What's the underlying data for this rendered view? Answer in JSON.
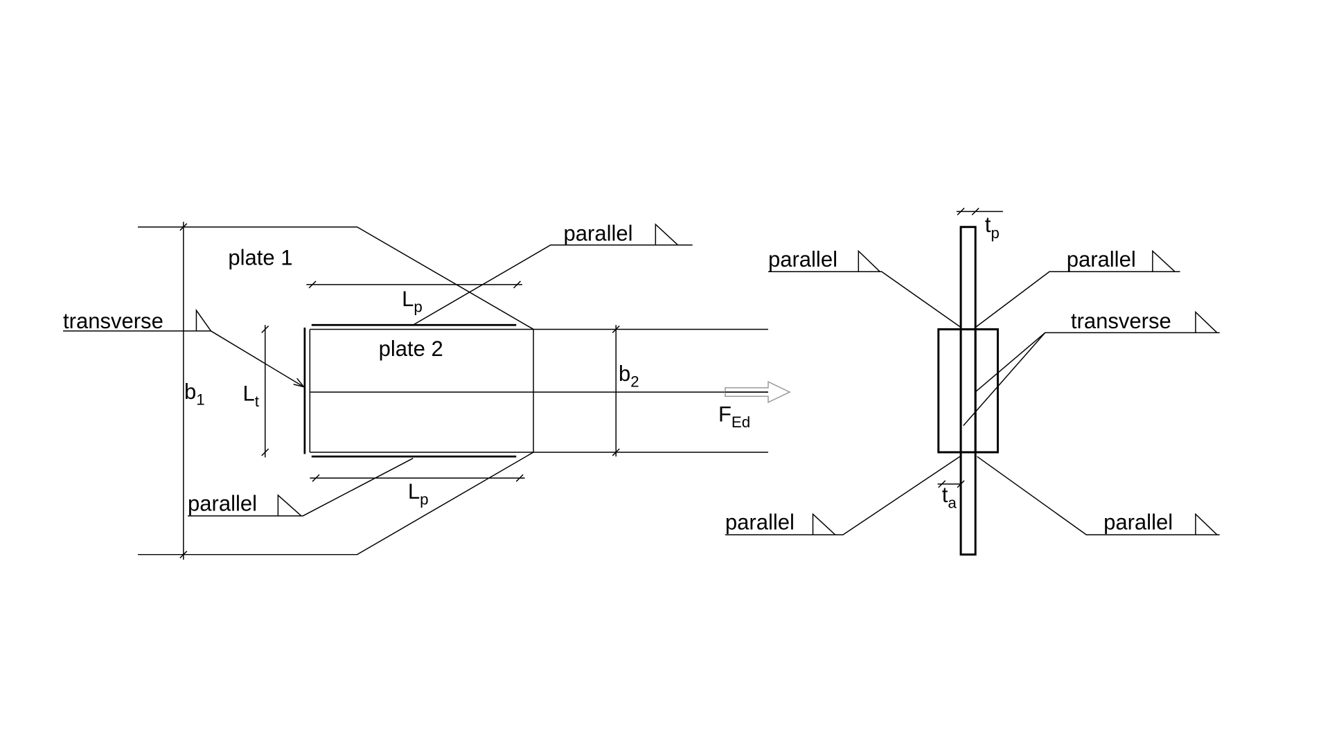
{
  "colors": {
    "line": "#000000",
    "force_arrow": "#9a9a9a",
    "background": "#ffffff"
  },
  "left_view": {
    "plate1_label": "plate 1",
    "plate2_label": "plate 2",
    "dims": {
      "b1": {
        "main": "b",
        "sub": "1"
      },
      "b2": {
        "main": "b",
        "sub": "2"
      },
      "Lt": {
        "main": "L",
        "sub": "t"
      },
      "Lp_top": {
        "main": "L",
        "sub": "p"
      },
      "Lp_bottom": {
        "main": "L",
        "sub": "p"
      }
    },
    "force": {
      "main": "F",
      "sub": "Ed"
    },
    "welds": {
      "top": "parallel",
      "left": "transverse",
      "bottom": "parallel"
    }
  },
  "right_view": {
    "dims": {
      "tp": {
        "main": "t",
        "sub": "p"
      },
      "ta": {
        "main": "t",
        "sub": "a"
      }
    },
    "welds": {
      "top_left": "parallel",
      "top_right": "parallel",
      "right": "transverse",
      "bottom_left": "parallel",
      "bottom_right": "parallel"
    }
  }
}
